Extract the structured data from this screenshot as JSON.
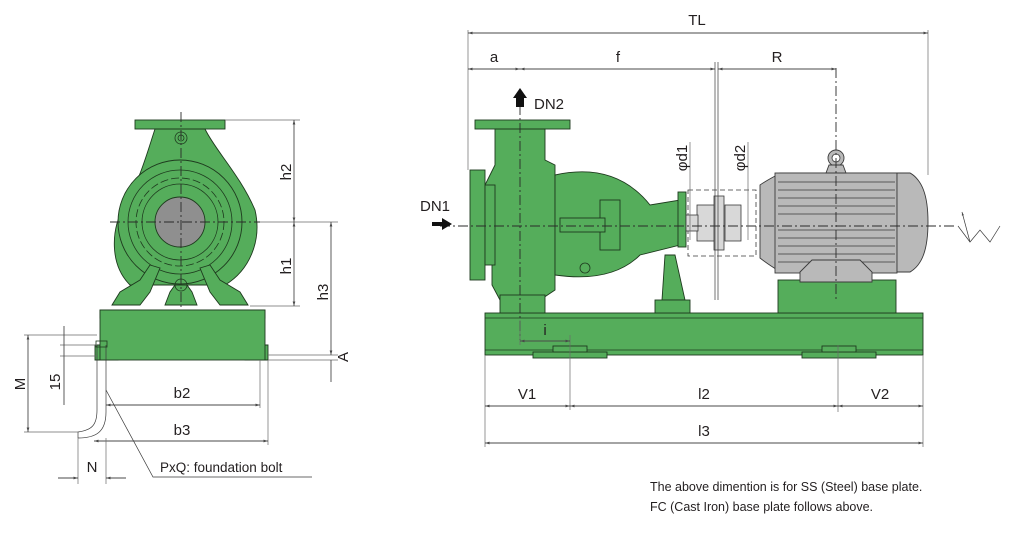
{
  "drawing": {
    "title": "Pump dimensional drawing",
    "colors": {
      "pump_body": "#55ad5b",
      "motor": "#b9b9b9",
      "line": "#231f20"
    },
    "front_view": {
      "labels": {
        "h1": "h1",
        "h2": "h2",
        "h3": "h3",
        "A": "A",
        "M": "M",
        "fifteen": "15",
        "b2": "b2",
        "b3": "b3",
        "N": "N",
        "bolt": "PxQ: foundation bolt"
      }
    },
    "side_view": {
      "labels": {
        "TL": "TL",
        "a": "a",
        "f": "f",
        "R": "R",
        "DN1": "DN1",
        "DN2": "DN2",
        "d1": "φd1",
        "d2": "φd2",
        "i": "i",
        "V1": "V1",
        "l2": "l2",
        "V2": "V2",
        "l3": "l3"
      }
    },
    "notes": [
      "The above dimention is for SS (Steel) base plate.",
      "FC (Cast Iron) base plate follows above."
    ]
  }
}
